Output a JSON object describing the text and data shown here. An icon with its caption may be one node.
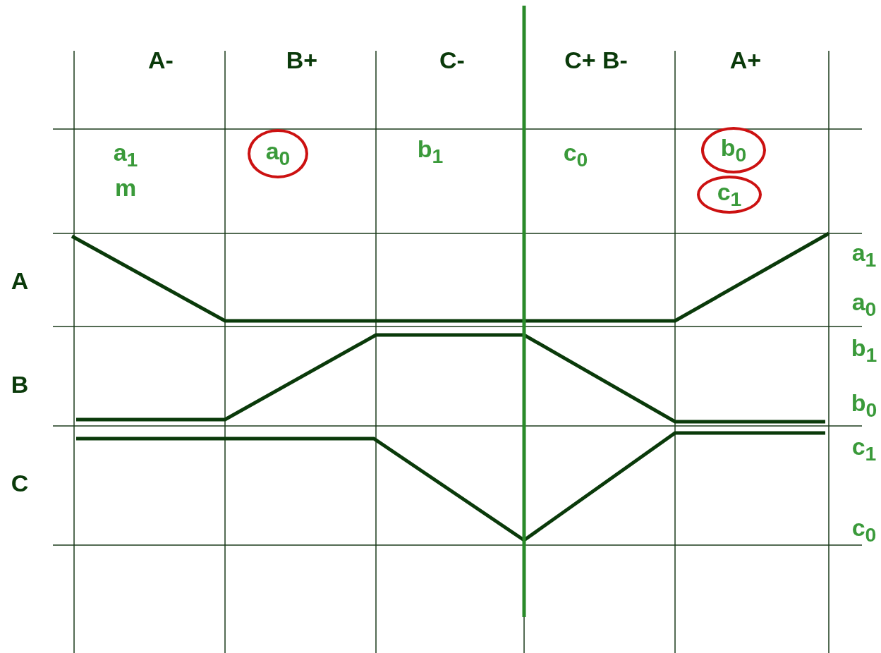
{
  "diagram": {
    "nodes": [
      {
        "text": [
          "a$_{0}$"
        ]
      },
      {
        "text": [
          "b$_{0}$"
        ]
      },
      {
        "text": [
          "c$_{1}$"
        ]
      }
    ],
    "labels": [
      "A-",
      "B+",
      "C-",
      "C+ B-",
      "A+",
      "a$_{1}$",
      "b$_{1}$",
      "c$_{0}$",
      "m",
      "A",
      "a$_{1}$",
      "a$_{0}$",
      "B",
      "b$_{1}$",
      "b$_{0}$",
      "C",
      "c$_{1}$",
      "c$_{0}$"
    ]
  }
}
